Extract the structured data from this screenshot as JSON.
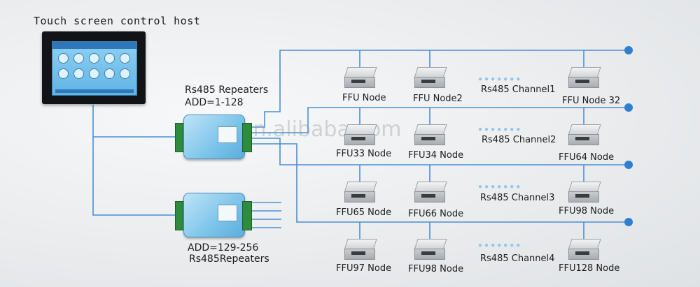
{
  "host": {
    "title": "Touch screen control host",
    "icon": "touch-screen-icon"
  },
  "repeater1": {
    "line1": "Rs485 Repeaters",
    "line2": "ADD=1-128"
  },
  "repeater2": {
    "line1": "ADD=129-256",
    "line2": "Rs485Repeaters"
  },
  "rows": [
    {
      "nodes": [
        "FFU Node",
        "FFU Node2",
        "FFU Node  32"
      ],
      "channel": "Rs485 Channel1"
    },
    {
      "nodes": [
        "FFU33 Node",
        "FFU34 Node",
        "FFU64 Node"
      ],
      "channel": "Rs485 Channel2"
    },
    {
      "nodes": [
        "FFU65 Node",
        "FFU66 Node",
        "FFU98 Node"
      ],
      "channel": "Rs485 Channel3"
    },
    {
      "nodes": [
        "FFU97 Node",
        "FFU98 Node",
        "FFU128 Node"
      ],
      "channel": "Rs485 Channel4"
    }
  ],
  "watermark": "sx.en.alibaba.com",
  "colors": {
    "wire": "#4a8fd6",
    "bus_dot": "#2f7fd0",
    "terminal": "#2e8d3c",
    "device": "#7cc3ea"
  }
}
